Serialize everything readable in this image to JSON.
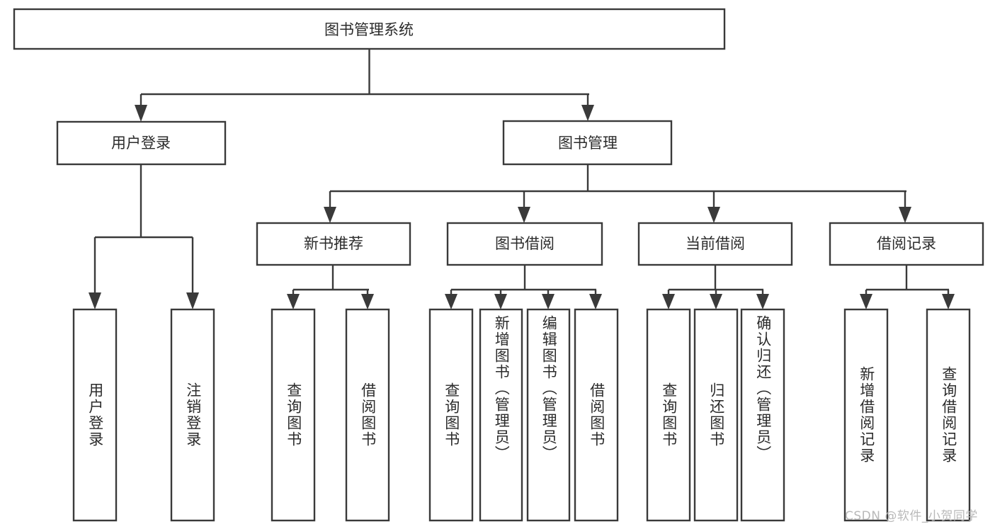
{
  "diagram": {
    "title": "图书管理系统",
    "type": "hierarchy-tree",
    "background_color": "#ffffff",
    "line_color": "#3a3a3a",
    "text_color": "#2b2b2b",
    "root": {
      "label": "图书管理系统"
    },
    "level2": [
      {
        "label": "用户登录"
      },
      {
        "label": "图书管理"
      }
    ],
    "level3": [
      {
        "label": "新书推荐"
      },
      {
        "label": "图书借阅"
      },
      {
        "label": "当前借阅"
      },
      {
        "label": "借阅记录"
      }
    ],
    "leaves": {
      "user_login": [
        {
          "label": "用户登录"
        },
        {
          "label": "注销登录"
        }
      ],
      "new_book_recommend": [
        {
          "label": "查询图书"
        },
        {
          "label": "借阅图书"
        }
      ],
      "book_borrow": [
        {
          "label": "查询图书"
        },
        {
          "label": "新增图书（管理员）"
        },
        {
          "label": "编辑图书（管理员）"
        },
        {
          "label": "借阅图书"
        }
      ],
      "current_borrow": [
        {
          "label": "查询图书"
        },
        {
          "label": "归还图书"
        },
        {
          "label": "确认归还（管理员）"
        }
      ],
      "borrow_record": [
        {
          "label": "新增借阅记录"
        },
        {
          "label": "查询借阅记录"
        }
      ]
    },
    "watermark": "CSDN @软件_小贺同学"
  }
}
